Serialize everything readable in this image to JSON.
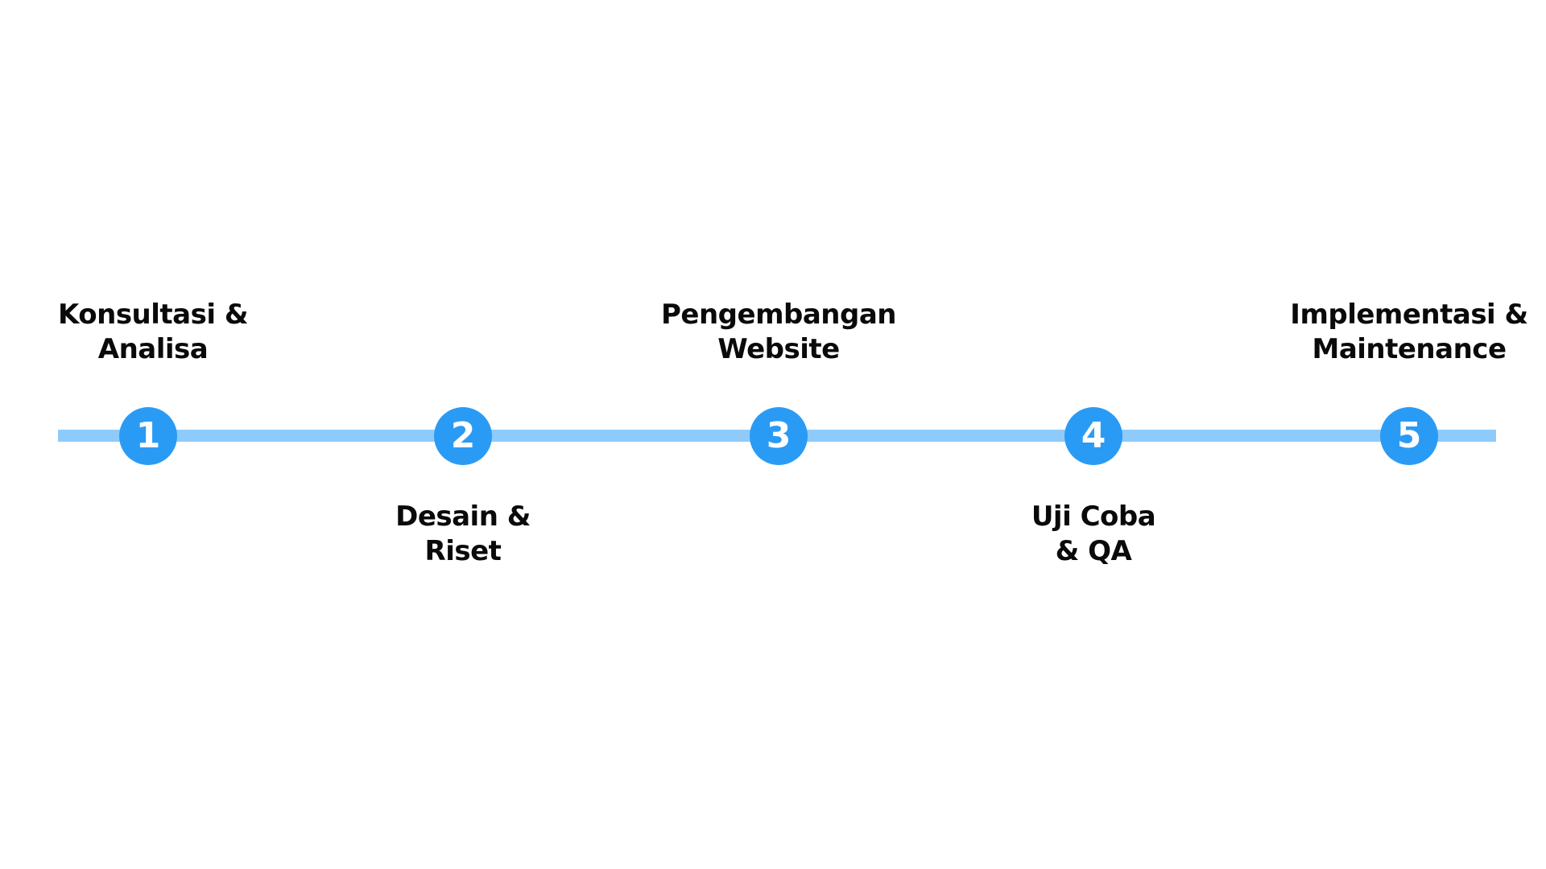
{
  "steps": [
    {
      "number": "1",
      "title_line1": "Konsultasi &",
      "title_line2": "Analisa",
      "position": "above"
    },
    {
      "number": "2",
      "title_line1": "Desain &",
      "title_line2": "Riset",
      "position": "below"
    },
    {
      "number": "3",
      "title_line1": "Pengembangan",
      "title_line2": "Website",
      "position": "above"
    },
    {
      "number": "4",
      "title_line1": "Uji Coba",
      "title_line2": "& QA",
      "position": "below"
    },
    {
      "number": "5",
      "title_line1": "Implementasi &",
      "title_line2": "Maintenance",
      "position": "above"
    }
  ],
  "colors": {
    "track": "#8ecbfb",
    "marker": "#2a9bf5",
    "marker_text": "#ffffff",
    "label_text": "#0a0a0a",
    "background": "#ffffff"
  }
}
